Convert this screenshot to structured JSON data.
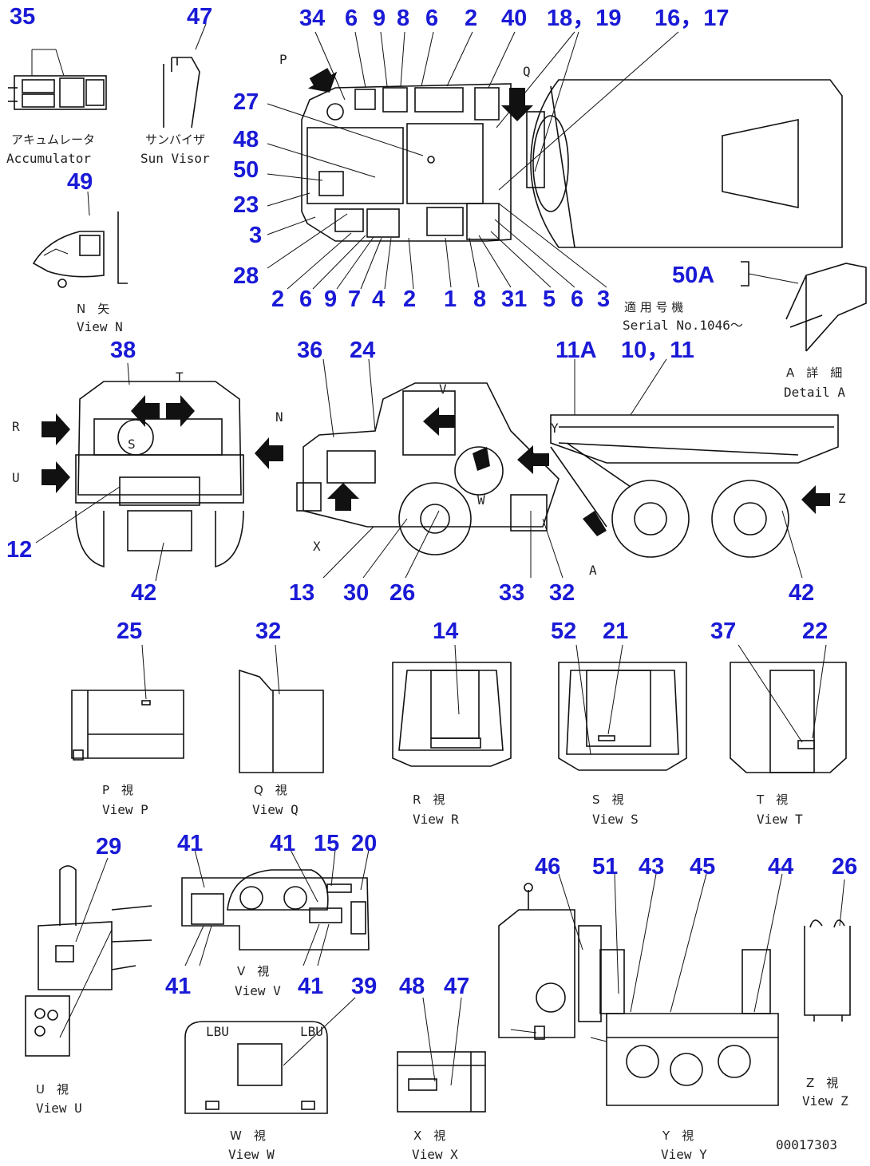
{
  "drawing_id": "00017303",
  "callouts": {
    "c35": "35",
    "c47a": "47",
    "c49": "49",
    "t34": "34",
    "t6a": "6",
    "t9a": "9",
    "t8a": "8",
    "t6b": "6",
    "t2a": "2",
    "t40": "40",
    "t18": "18，19",
    "t16": "16，17",
    "t27": "27",
    "t48": "48",
    "t50": "50",
    "t23": "23",
    "t3a": "3",
    "t28": "28",
    "b2": "2",
    "b6": "6",
    "b9": "9",
    "b7": "7",
    "b4": "4",
    "b2b": "2",
    "b1": "1",
    "b8": "8",
    "b31": "31",
    "b5": "5",
    "b6b": "6",
    "b3": "3",
    "c50A": "50A",
    "m38": "38",
    "m36": "36",
    "m24": "24",
    "m11A": "11A",
    "m10": "10，11",
    "m12": "12",
    "m42a": "42",
    "m13": "13",
    "m30": "30",
    "m26a": "26",
    "m33": "33",
    "m32a": "32",
    "m42b": "42",
    "v25": "25",
    "v32": "32",
    "v14": "14",
    "v52": "52",
    "v21": "21",
    "v37": "37",
    "v22": "22",
    "u29": "29",
    "u41a": "41",
    "u41b": "41",
    "u15": "15",
    "u20": "20",
    "u41c": "41",
    "u41d": "41",
    "u46": "46",
    "u51": "51",
    "u43": "43",
    "u45": "45",
    "u44": "44",
    "u26": "26",
    "w39": "39",
    "w48": "48",
    "w47": "47"
  },
  "captions": {
    "accumulator_jp": "アキュムレータ",
    "accumulator_en": "Accumulator",
    "sunvisor_jp": "サンバイザ",
    "sunvisor_en": "Sun Visor",
    "viewN_jp": "N　矢",
    "viewN_en": "View N",
    "serial_jp": "適 用 号 機",
    "serial_en": "Serial No.1046～",
    "detailA_jp": "A　詳　細",
    "detailA_en": "Detail A",
    "viewP_jp": "P　視",
    "viewP_en": "View P",
    "viewQ_jp": "Q　視",
    "viewQ_en": "View Q",
    "viewR_jp": "R　視",
    "viewR_en": "View R",
    "viewS_jp": "S　視",
    "viewS_en": "View S",
    "viewT_jp": "T　視",
    "viewT_en": "View T",
    "viewU_jp": "U　視",
    "viewU_en": "View U",
    "viewV_jp": "V　視",
    "viewV_en": "View V",
    "viewW_jp": "W　視",
    "viewW_en": "View W",
    "viewX_jp": "X　視",
    "viewX_en": "View X",
    "viewY_jp": "Y　視",
    "viewY_en": "View Y",
    "viewZ_jp": "Z　視",
    "viewZ_en": "View Z"
  },
  "view_letters": {
    "P": "P",
    "Q": "Q",
    "R": "R",
    "U": "U",
    "T": "T",
    "S": "S",
    "N": "N",
    "V": "V",
    "Y": "Y",
    "W": "W",
    "X": "X",
    "Z": "Z",
    "A": "A"
  },
  "panel_marks": {
    "lbu1": "LBU",
    "lbu2": "LBU"
  },
  "colors": {
    "callout": "#1a1ad6",
    "line": "#111111",
    "background": "#ffffff"
  }
}
